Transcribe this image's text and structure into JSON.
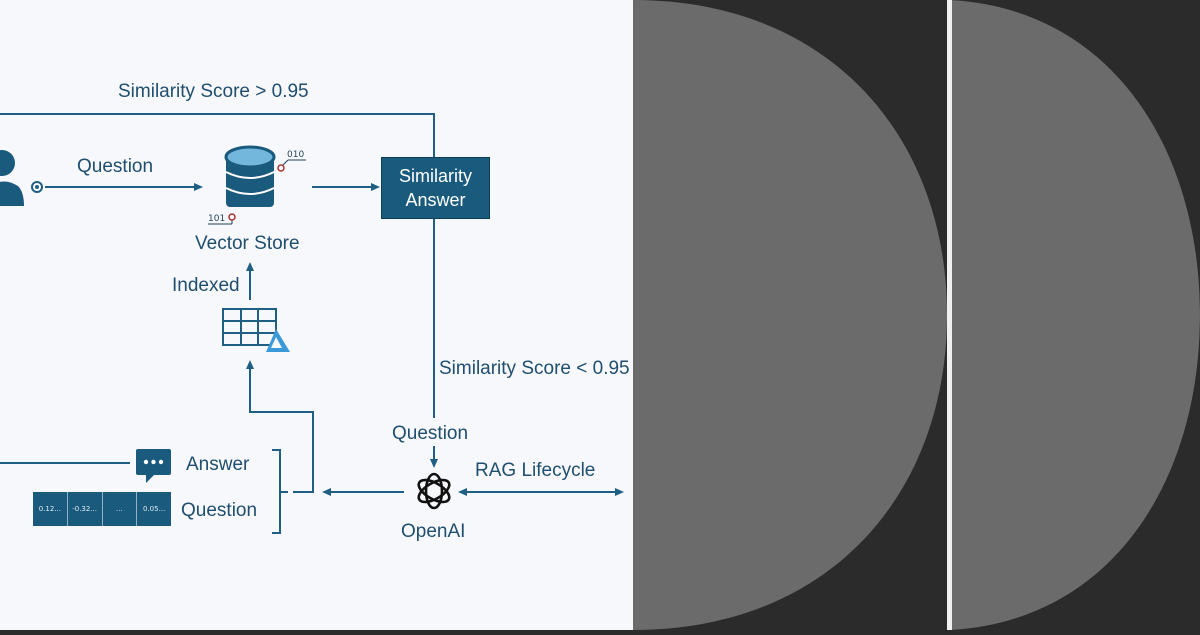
{
  "diagram": {
    "similarity_high": "Similarity Score > 0.95",
    "question_top": "Question",
    "vector_store": "Vector Store",
    "bits_top": "010",
    "bits_bottom": "101",
    "similarity_answer_line1": "Similarity",
    "similarity_answer_line2": "Answer",
    "indexed": "Indexed",
    "similarity_low": "Similarity Score < 0.95",
    "question_mid": "Question",
    "rag_lifecycle": "RAG Lifecycle",
    "openai": "OpenAI",
    "answer": "Answer",
    "question_bottom": "Question",
    "embedding_cells": [
      "0.12...",
      "-0.32...",
      "...",
      "0.05..."
    ]
  },
  "colors": {
    "line": "#1f5f84",
    "box_fill": "#1a5b7d",
    "text": "#1f4e6e",
    "dark_bg": "#2b2b2b",
    "circle": "#6b6b6b"
  }
}
